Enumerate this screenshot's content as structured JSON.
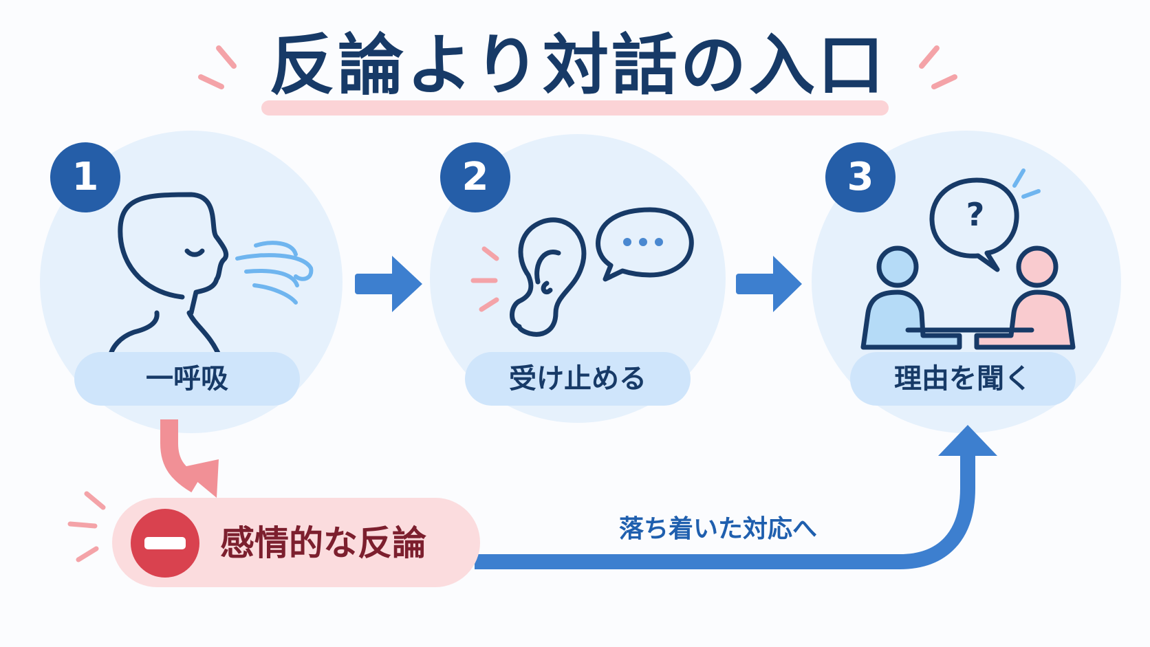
{
  "title": "反論より対話の入口",
  "steps": [
    {
      "number": "1",
      "label": "一呼吸",
      "icon": "breathing-person-icon"
    },
    {
      "number": "2",
      "label": "受け止める",
      "icon": "ear-listening-icon"
    },
    {
      "number": "3",
      "label": "理由を聞く",
      "icon": "two-people-question-icon"
    }
  ],
  "negative": {
    "label": "感情的な反論",
    "icon": "minus-circle-icon"
  },
  "calm_path": {
    "label": "落ち着いた対応へ"
  },
  "question_mark": "?",
  "colors": {
    "title": "#173a67",
    "accent_blue": "#255ea8",
    "arrow_blue": "#3d7fcf",
    "circle_bg": "#e6f1fc",
    "pill_bg": "#cfe5fb",
    "negative_bg": "#fbdcde",
    "negative_red": "#d9424f",
    "negative_text": "#7c1f2e",
    "accent_pink": "#f4a3a8"
  }
}
